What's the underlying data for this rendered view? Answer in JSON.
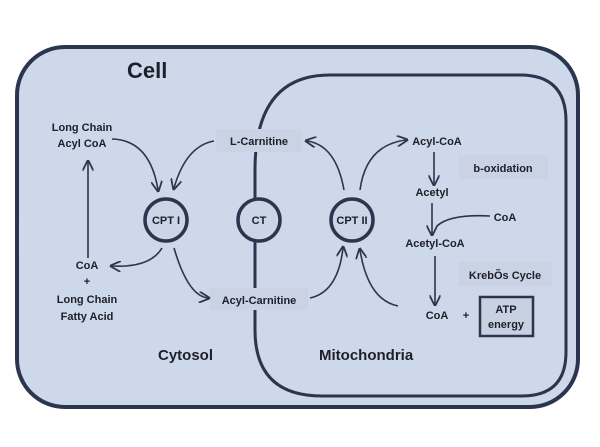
{
  "cell_label": "Cell",
  "cytosol_label": "Cytosol",
  "mito_label": "Mitochondria",
  "long_chain_acyl_coa": [
    "Long Chain",
    "Acyl CoA"
  ],
  "coa_fatty_acid": [
    "CoA",
    "+",
    "Long Chain",
    "Fatty Acid"
  ],
  "l_carnitine": "L-Carnitine",
  "acyl_carnitine": "Acyl-Carnitine",
  "cpt1": "CPT I",
  "ct": "CT",
  "cpt2": "CPT II",
  "acyl_coa": "Acyl-CoA",
  "b_oxidation": "b-oxidation",
  "acetyl": "Acetyl",
  "coa_in": "CoA",
  "acetyl_coa": "Acetyl-CoA",
  "krebs": "KrebÕs Cycle",
  "coa_out": "CoA",
  "plus": "+",
  "atp": [
    "ATP",
    "energy"
  ],
  "colors": {
    "cell_fill": "#cdd8ea",
    "membrane": "#2a3550",
    "label_box": "#c9d3e3",
    "atp_box": "#c7d1e2",
    "enzyme": "#cad5e7",
    "text": "#1d1f2a"
  }
}
